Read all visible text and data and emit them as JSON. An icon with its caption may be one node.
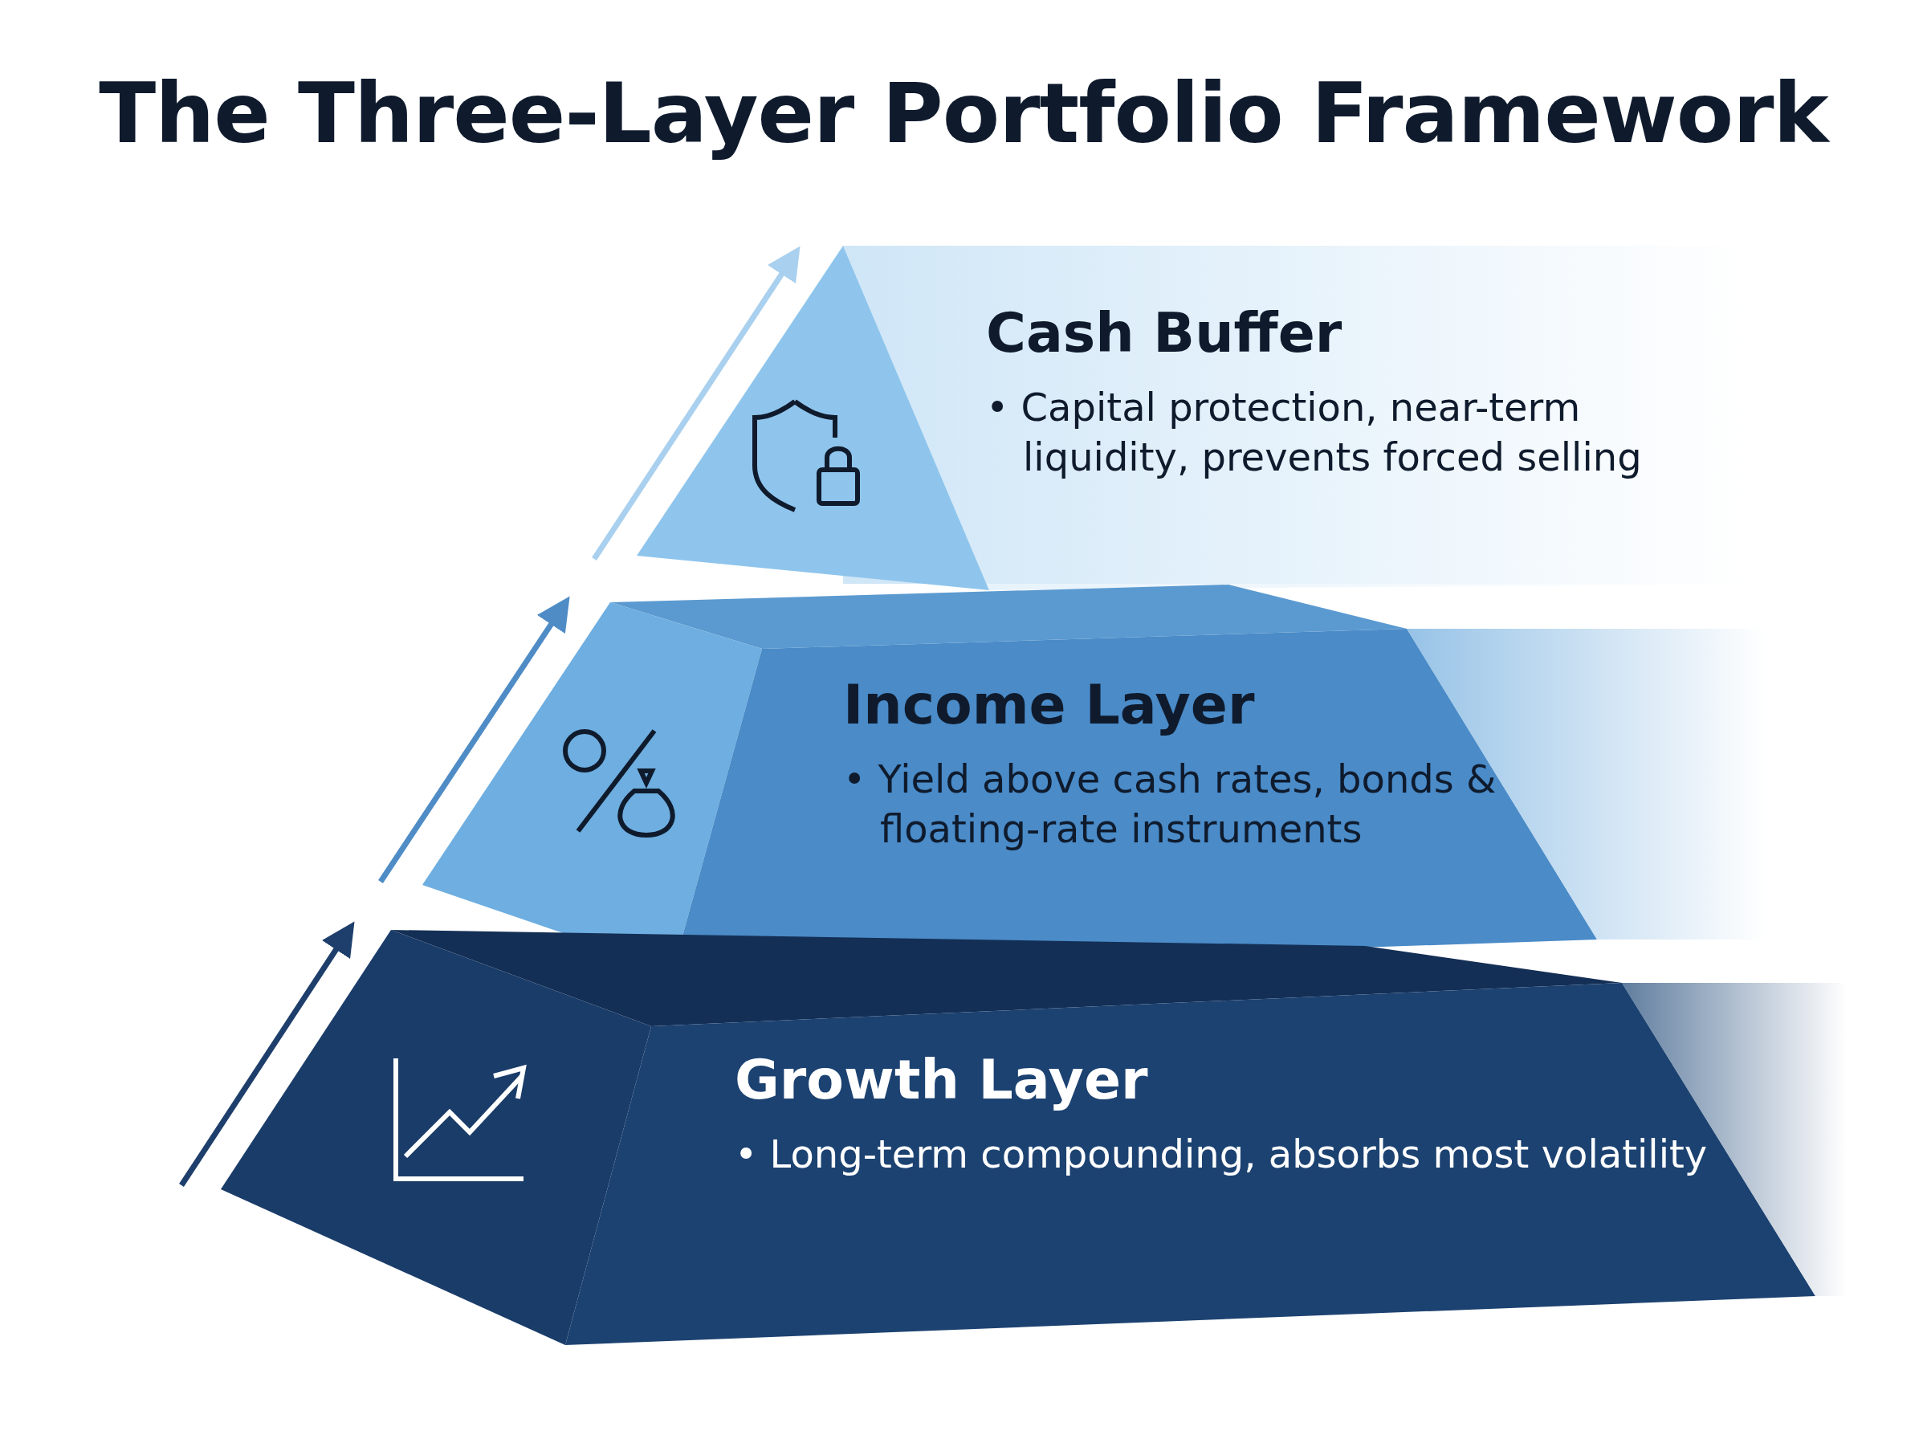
{
  "diagram": {
    "title": "The Three-Layer Portfolio Framework",
    "nodes": [
      {
        "text": [
          "Cash Buffer",
          "• Capital protection, near-term liquidity, prevents forced selling"
        ]
      },
      {
        "text": [
          "Income Layer",
          "• Yield above cash rates, bonds & floating-rate instruments"
        ]
      },
      {
        "text": [
          "Growth Layer",
          "• Long-term compounding, absorbs most volatility"
        ]
      }
    ]
  }
}
